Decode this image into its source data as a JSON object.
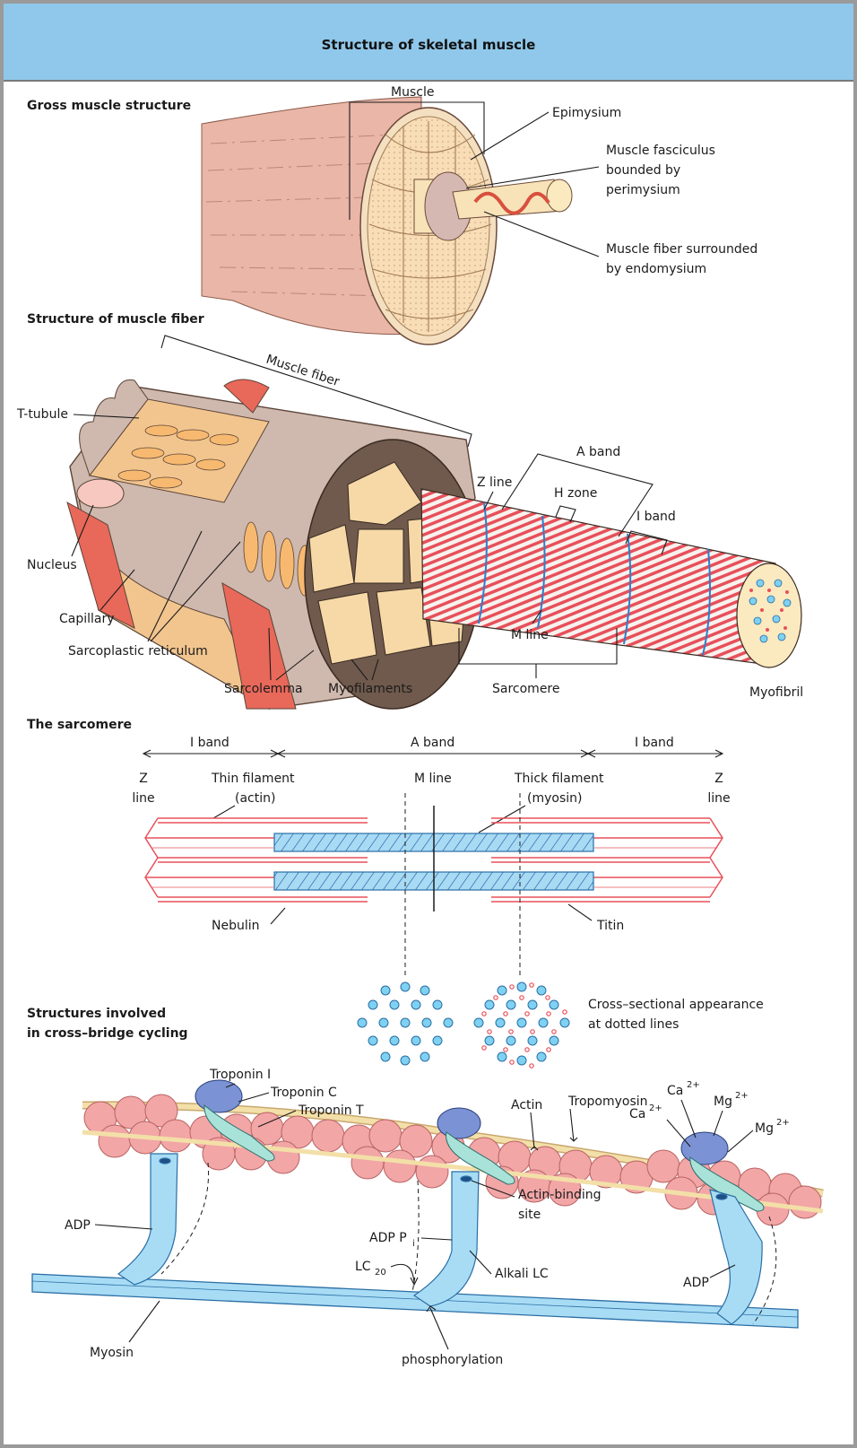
{
  "title": "Structure of skeletal muscle",
  "sections": {
    "gross": "Gross muscle structure",
    "fiber": "Structure of muscle fiber",
    "sarcomere": "The sarcomere",
    "crossbridge_1": "Structures involved",
    "crossbridge_2": "in cross–bridge cycling"
  },
  "gross_labels": {
    "muscle": "Muscle",
    "epimysium": "Epimysium",
    "fasciculus_1": "Muscle fasciculus",
    "fasciculus_2": "bounded by",
    "fasciculus_3": "perimysium",
    "fiber_1": "Muscle fiber surrounded",
    "fiber_2": "by endomysium"
  },
  "fiber_labels": {
    "muscle_fiber": "Muscle fiber",
    "t_tubule": "T-tubule",
    "nucleus": "Nucleus",
    "capillary": "Capillary",
    "sarco_reticulum": "Sarcoplastic reticulum",
    "sarcolemma": "Sarcolemma",
    "myofilaments": "Myofilaments",
    "a_band": "A band",
    "z_line": "Z line",
    "h_zone": "H zone",
    "i_band": "I band",
    "m_line": "M line",
    "sarcomere": "Sarcomere",
    "myofibril": "Myofibril"
  },
  "sarcomere_labels": {
    "i_band_left": "I band",
    "a_band": "A band",
    "i_band_right": "I band",
    "z": "Z",
    "line": "line",
    "thin_1": "Thin filament",
    "thin_2": "(actin)",
    "m_line": "M line",
    "thick_1": "Thick filament",
    "thick_2": "(myosin)",
    "nebulin": "Nebulin",
    "titin": "Titin",
    "cross_1": "Cross–sectional appearance",
    "cross_2": "at dotted lines"
  },
  "bridge_labels": {
    "troponin_i": "Troponin I",
    "troponin_c": "Troponin C",
    "troponin_t": "Troponin T",
    "actin": "Actin",
    "tropomyosin": "Tropomyosin",
    "ca": "Ca",
    "ion_plus": "2+",
    "mg": "Mg",
    "adp": "ADP",
    "adp_pi": "ADP P",
    "pi_sub": "i",
    "actin_binding_1": "Actin-binding",
    "actin_binding_2": "site",
    "lc": "LC",
    "lc_sub": "20",
    "alkali_lc": "Alkali LC",
    "myosin": "Myosin",
    "phosphorylation": "phosphorylation"
  },
  "colors": {
    "header": "#8fc8ea",
    "filament_red": "#e8505a",
    "thick_blue": "#9fd6f3",
    "myosin_blue": "#a8dcf5",
    "actin_pink": "#f2a6a6",
    "tropomyosin": "#f3dfa8",
    "muscle_tan": "#f8dcb0",
    "capillary": "#e8685a"
  }
}
